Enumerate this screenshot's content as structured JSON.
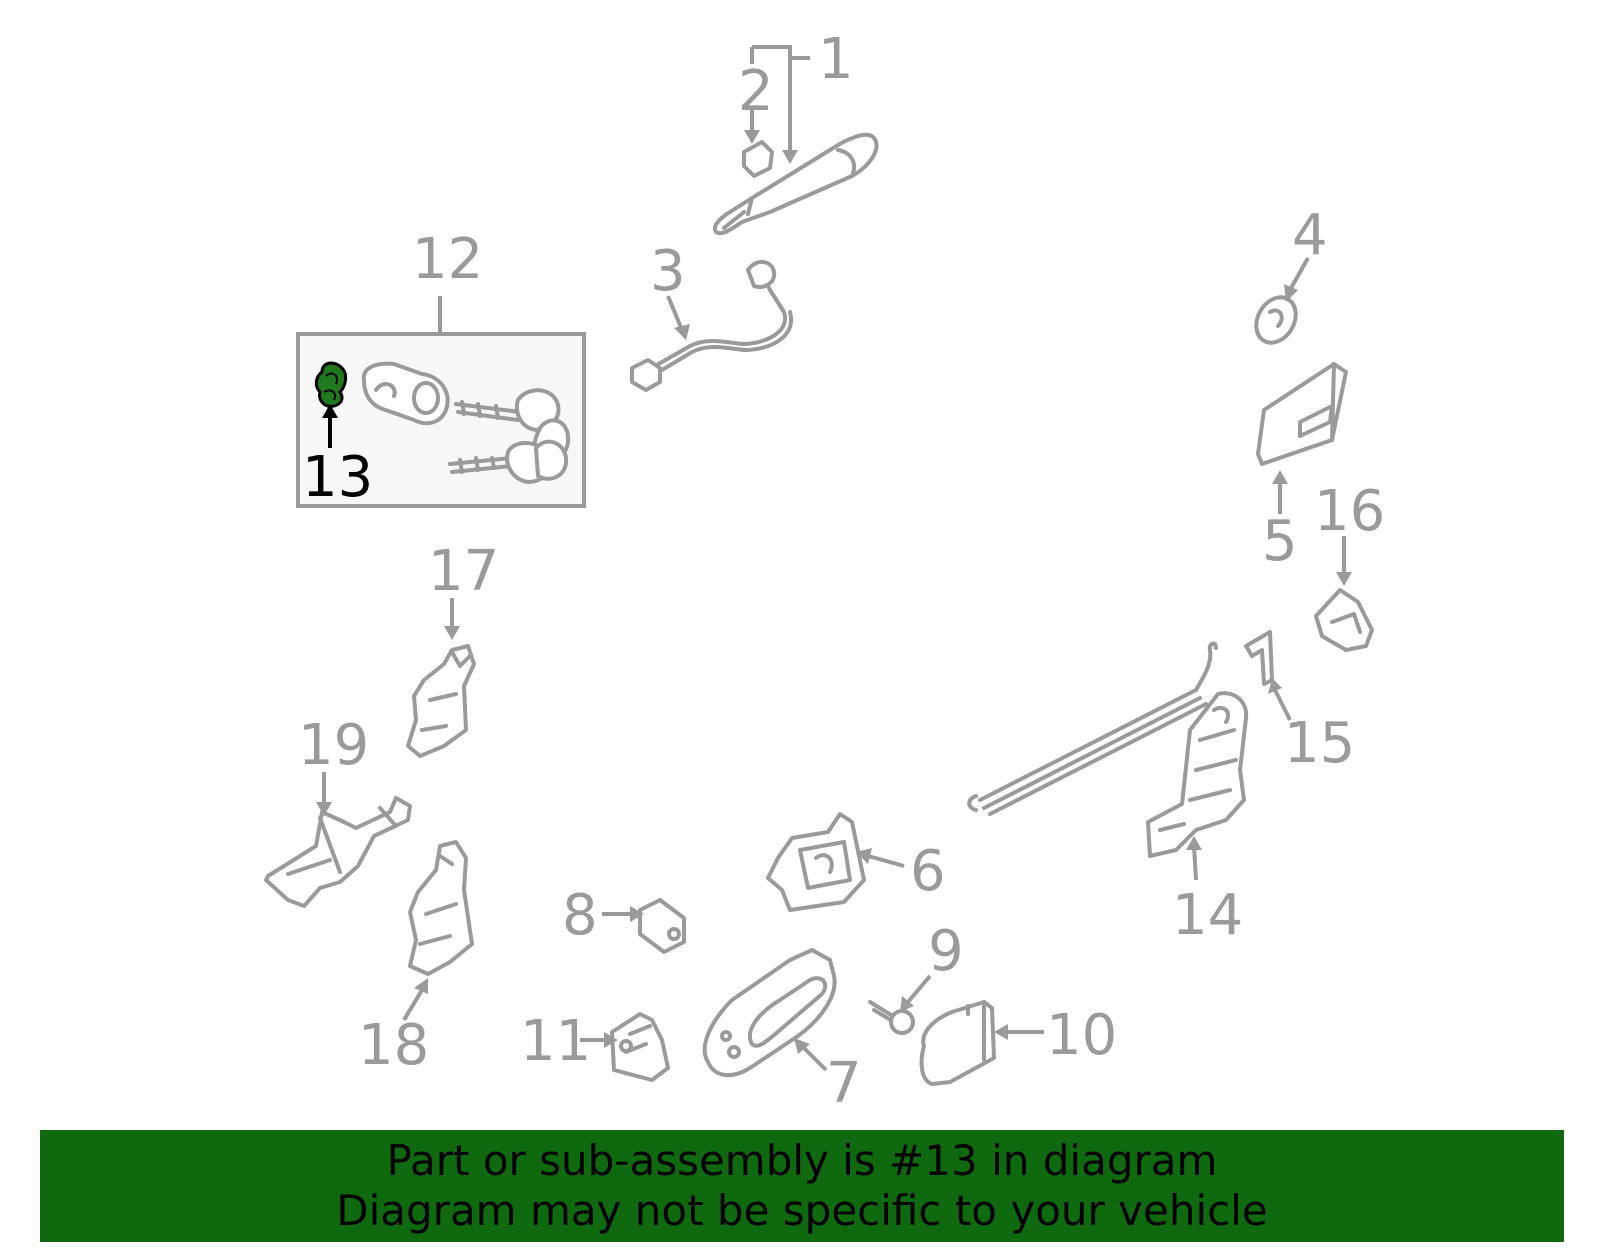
{
  "diagram": {
    "callouts": [
      {
        "id": "1",
        "label": "1"
      },
      {
        "id": "2",
        "label": "2"
      },
      {
        "id": "3",
        "label": "3"
      },
      {
        "id": "4",
        "label": "4"
      },
      {
        "id": "5",
        "label": "5"
      },
      {
        "id": "6",
        "label": "6"
      },
      {
        "id": "7",
        "label": "7"
      },
      {
        "id": "8",
        "label": "8"
      },
      {
        "id": "9",
        "label": "9"
      },
      {
        "id": "10",
        "label": "10"
      },
      {
        "id": "11",
        "label": "11"
      },
      {
        "id": "12",
        "label": "12"
      },
      {
        "id": "13",
        "label": "13"
      },
      {
        "id": "14",
        "label": "14"
      },
      {
        "id": "15",
        "label": "15"
      },
      {
        "id": "16",
        "label": "16"
      },
      {
        "id": "17",
        "label": "17"
      },
      {
        "id": "18",
        "label": "18"
      },
      {
        "id": "19",
        "label": "19"
      }
    ],
    "highlighted_part": "13",
    "colors": {
      "part_stroke": "#9a9a9a",
      "highlight_fill": "#1f7a1f",
      "highlight_stroke": "#000000",
      "banner": "#0f6a0f"
    }
  },
  "banner": {
    "line1": "Part or sub-assembly is #13 in diagram",
    "line2": "Diagram may not be specific to your vehicle"
  }
}
